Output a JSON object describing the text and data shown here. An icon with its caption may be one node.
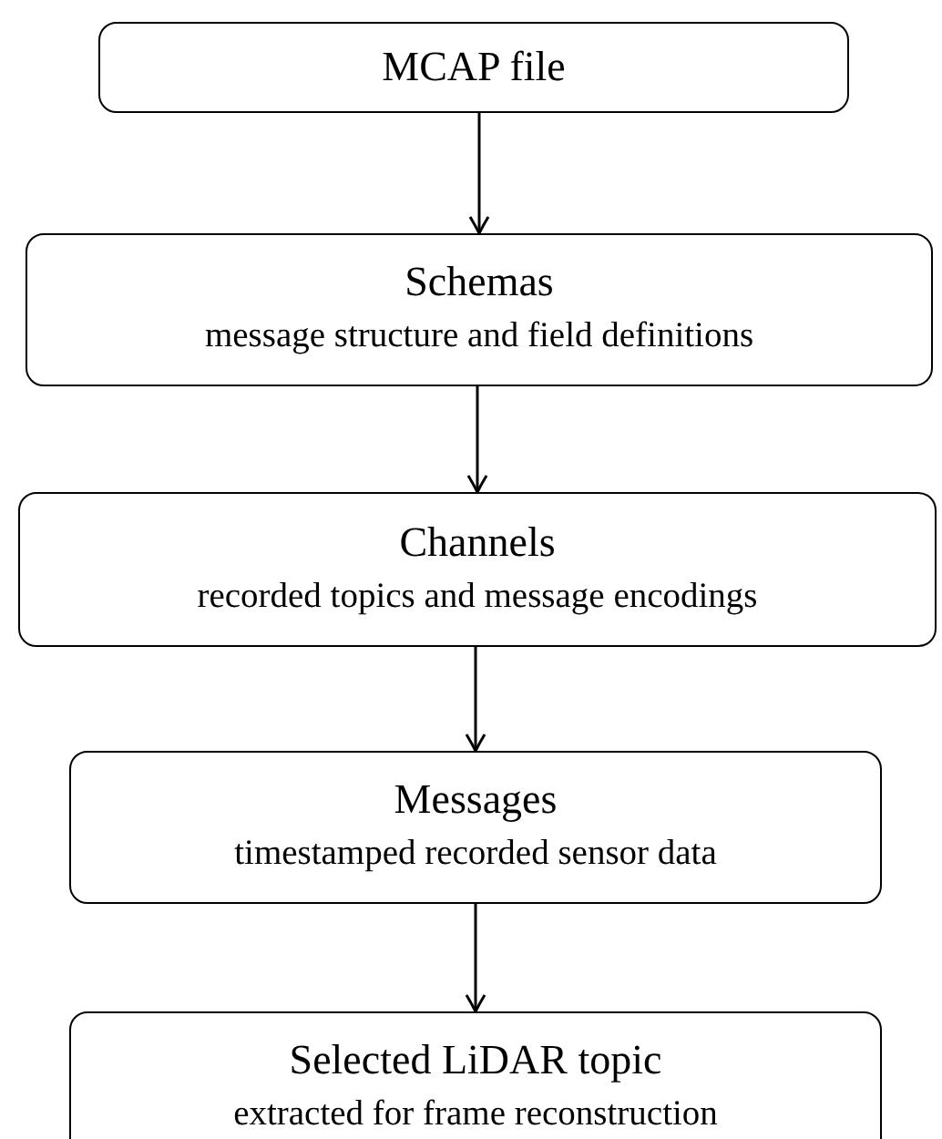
{
  "diagram": {
    "nodes": [
      {
        "text": [
          "MCAP file"
        ]
      },
      {
        "text": [
          "Schemas",
          "message structure and field definitions"
        ]
      },
      {
        "text": [
          "Channels",
          "recorded topics and message encodings"
        ]
      },
      {
        "text": [
          "Messages",
          "timestamped recorded sensor data"
        ]
      },
      {
        "text": [
          "Selected LiDAR topic",
          "extracted for frame reconstruction"
        ]
      }
    ],
    "edges": [
      {
        "from": 0,
        "to": 1,
        "arrow": "to"
      },
      {
        "from": 1,
        "to": 2,
        "arrow": "to"
      },
      {
        "from": 2,
        "to": 3,
        "arrow": "to"
      },
      {
        "from": 3,
        "to": 4,
        "arrow": "to"
      }
    ]
  }
}
